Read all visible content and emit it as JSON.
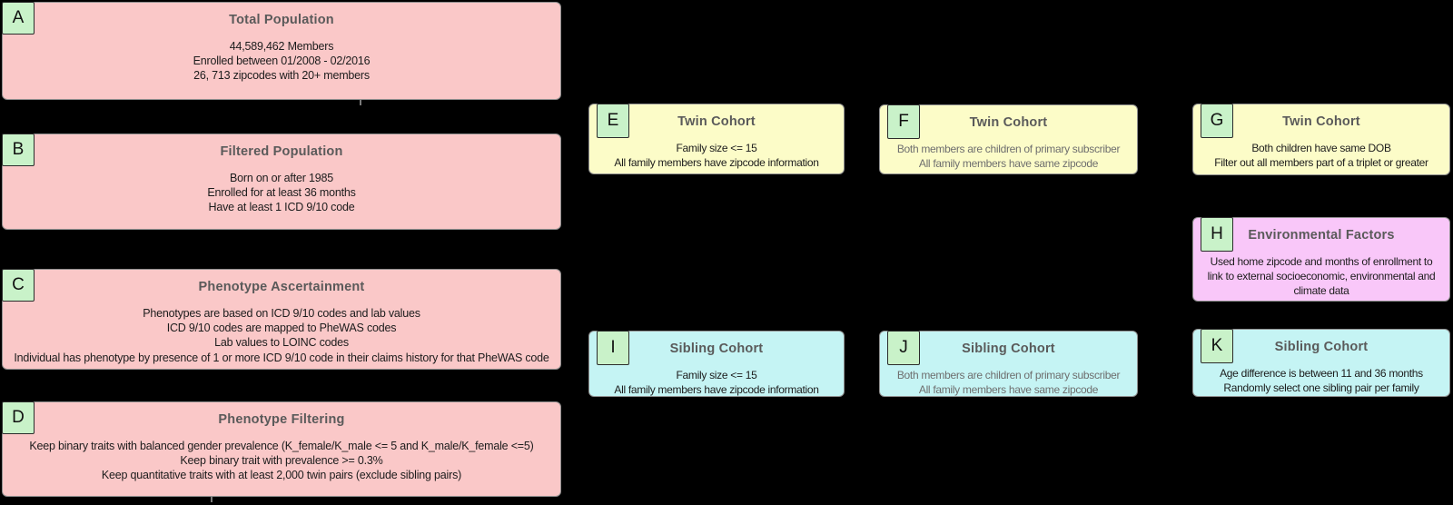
{
  "boxes": [
    {
      "id": "A",
      "title": "Total Population",
      "lines": [
        "44,589,462 Members",
        "Enrolled between 01/2008 - 02/2016",
        "26, 713 zipcodes with 20+ members"
      ]
    },
    {
      "id": "B",
      "title": "Filtered Population",
      "lines": [
        "Born on or after 1985",
        "Enrolled for at least 36 months",
        "Have at least 1 ICD 9/10 code"
      ]
    },
    {
      "id": "C",
      "title": "Phenotype Ascertainment",
      "lines": [
        "Phenotypes are based on ICD 9/10 codes and lab values",
        "ICD 9/10 codes are mapped to PheWAS codes",
        "Lab values to LOINC codes",
        "Individual has phenotype by presence of 1 or more ICD 9/10 code in their claims history for that PheWAS code"
      ]
    },
    {
      "id": "D",
      "title": "Phenotype Filtering",
      "lines": [
        "Keep binary traits with balanced gender prevalence (K_female/K_male <= 5 and K_male/K_female <=5)",
        "Keep binary trait with prevalence >= 0.3%",
        "Keep quantitative traits with at least 2,000 twin pairs (exclude sibling pairs)"
      ]
    },
    {
      "id": "E",
      "title": "Twin Cohort",
      "lines": [
        "Family size <= 15",
        "All family members have zipcode information"
      ]
    },
    {
      "id": "F",
      "title": "Twin Cohort",
      "lines": [
        "Both members are children of primary subscriber",
        "All family members have same zipcode"
      ]
    },
    {
      "id": "G",
      "title": "Twin Cohort",
      "lines": [
        "Both children have same DOB",
        "Filter out all members part of a triplet or greater"
      ]
    },
    {
      "id": "H",
      "title": "Environmental Factors",
      "lines": [
        "Used home zipcode and months of enrollment to link to external socioeconomic, environmental and climate data"
      ]
    },
    {
      "id": "I",
      "title": "Sibling Cohort",
      "lines": [
        "Family size <= 15",
        "All family members have zipcode information"
      ]
    },
    {
      "id": "J",
      "title": "Sibling Cohort",
      "lines": [
        "Both members are children of primary subscriber",
        "All family members have same zipcode"
      ]
    },
    {
      "id": "K",
      "title": "Sibling Cohort",
      "lines": [
        "Age difference is between 11 and 36 months",
        "Randomly select one sibling pair per family"
      ]
    }
  ],
  "colors": {
    "background": "#000000",
    "population_pink": "#fac8c8",
    "twin_yellow": "#fcfcc8",
    "sibling_cyan": "#c5f4f4",
    "environment_magenta": "#f9c7f9",
    "label_green": "#c9f2c9",
    "title_text": "#5a5a5a",
    "body_text": "#1c1c1c",
    "muted_text": "#6e6e6e",
    "box_border": "#8f8f8f"
  }
}
